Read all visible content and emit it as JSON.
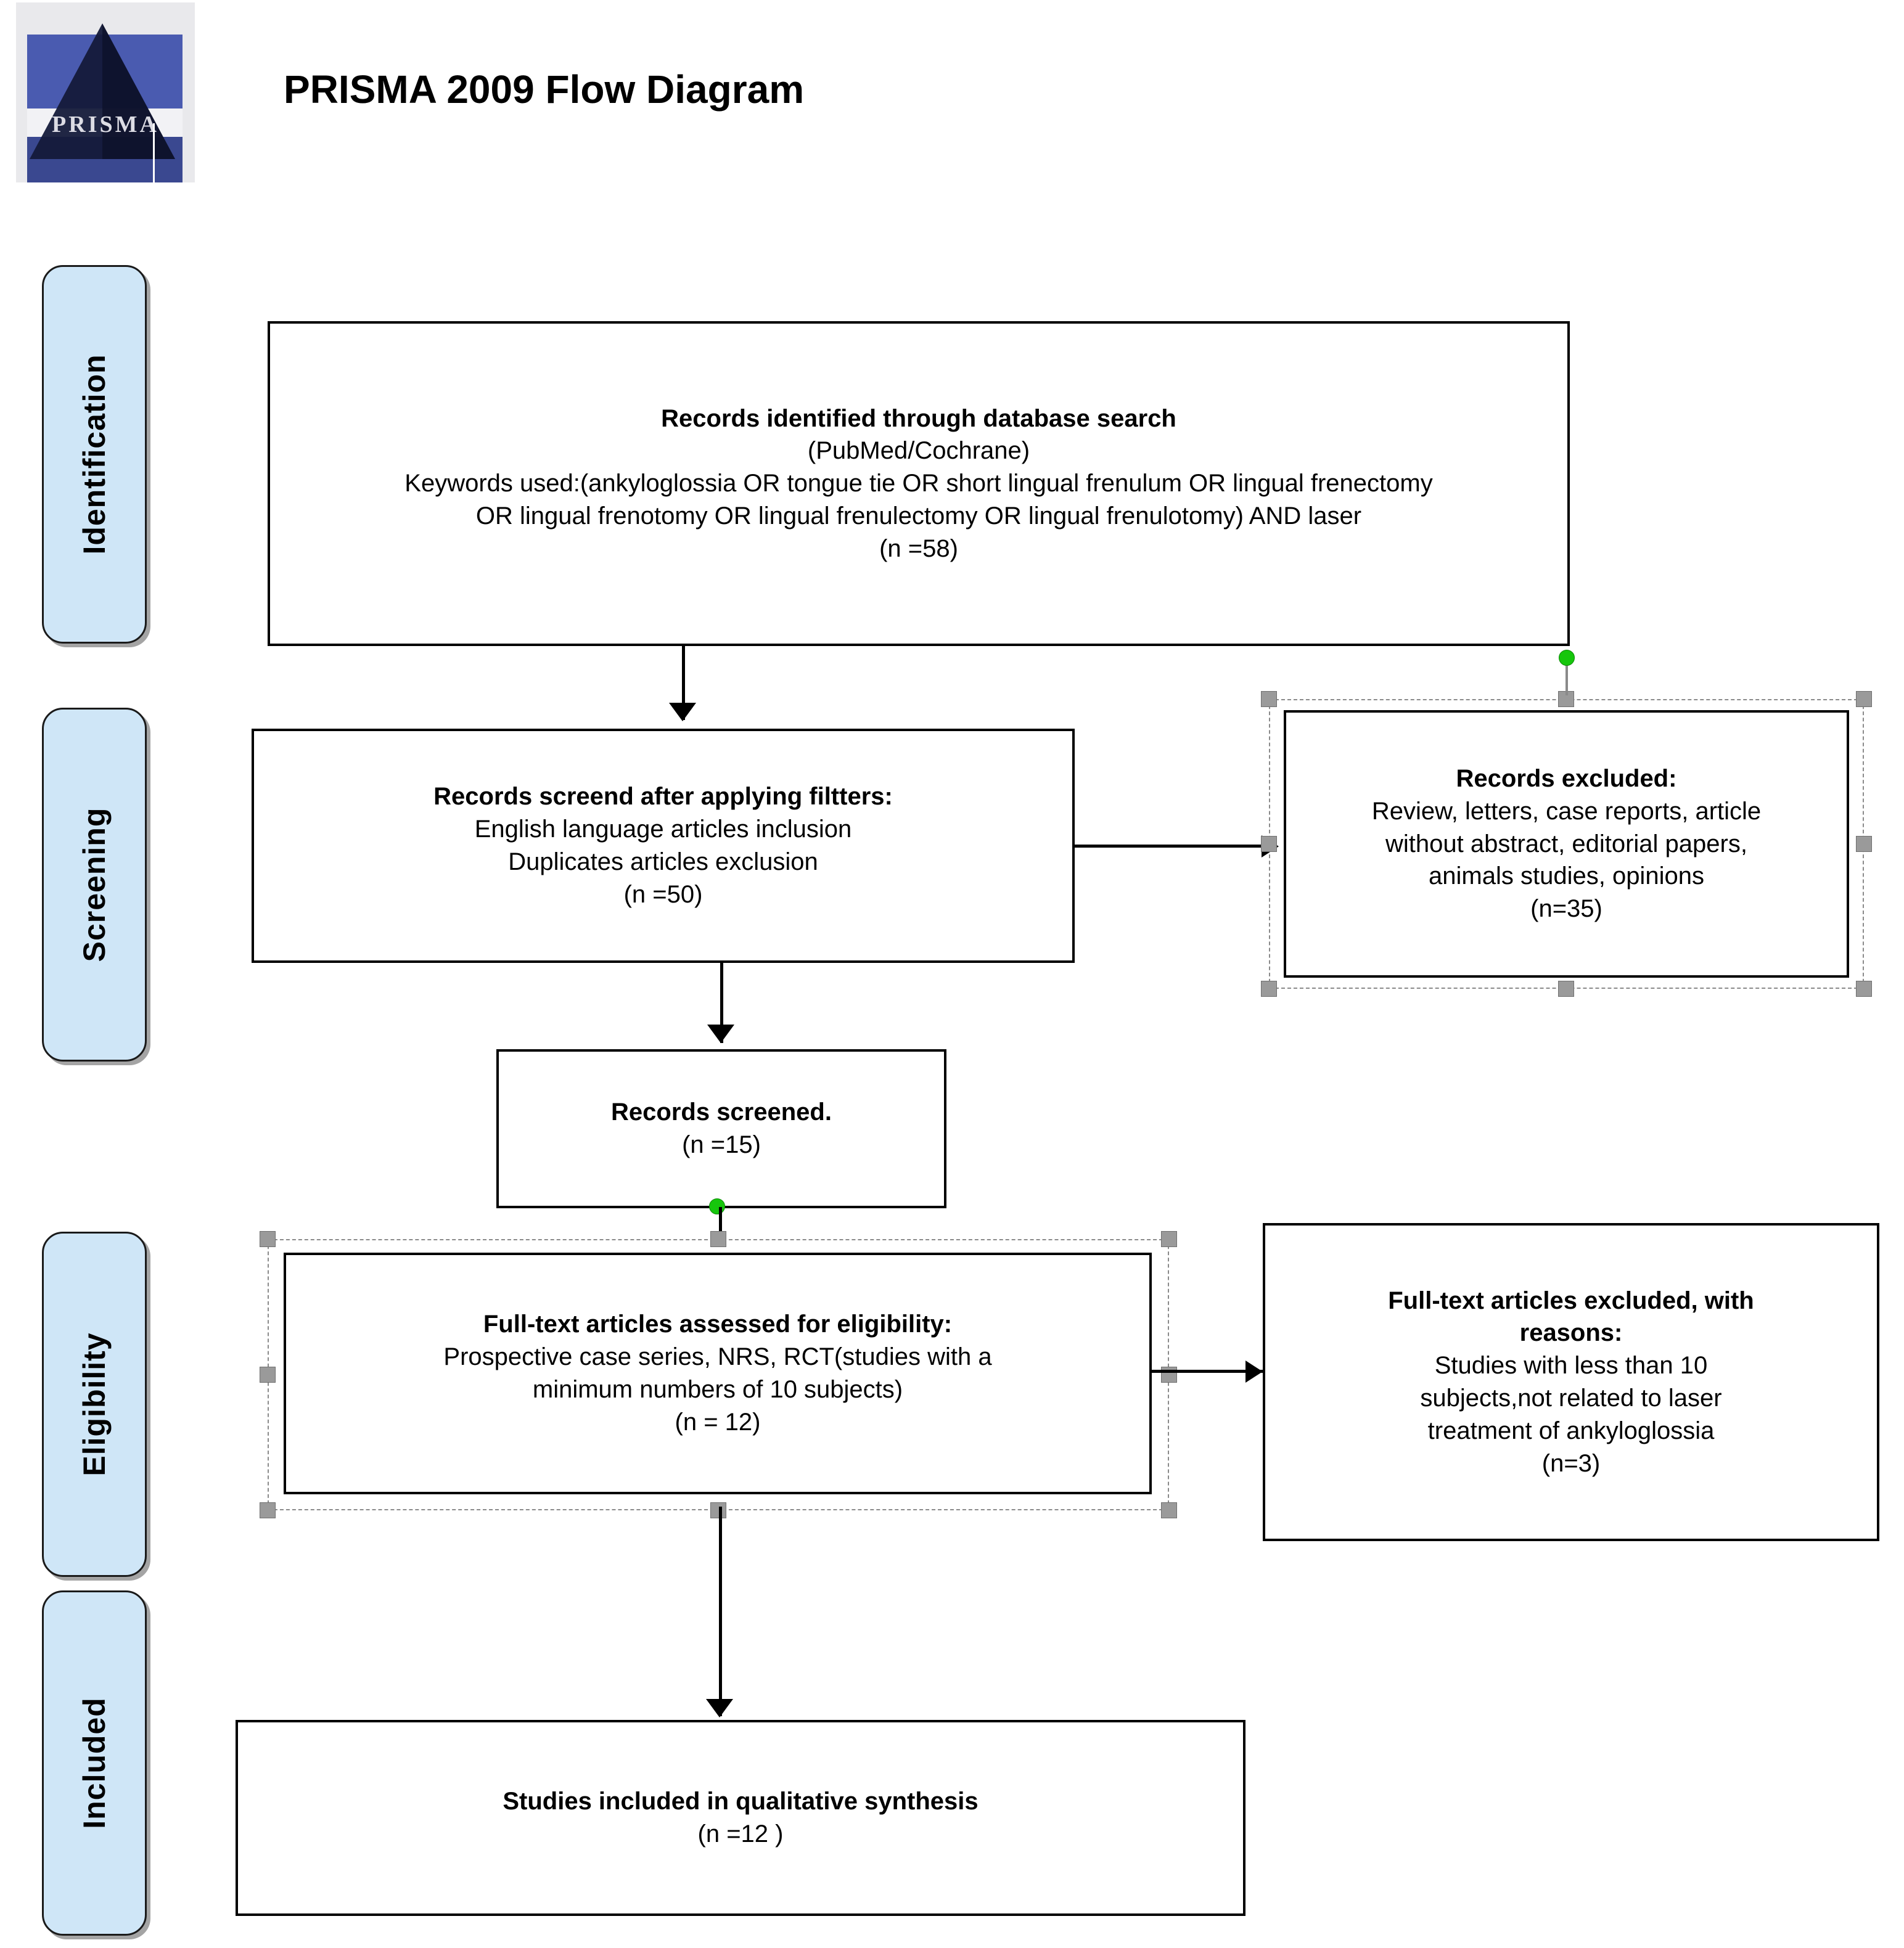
{
  "header": {
    "title": "PRISMA 2009 Flow Diagram",
    "logo_word": "PRISMA"
  },
  "phases": [
    {
      "label": "Identification"
    },
    {
      "label": "Screening"
    },
    {
      "label": "Eligibility"
    },
    {
      "label": "Included"
    }
  ],
  "boxes": {
    "identified": {
      "lines": [
        "Records identified through database search",
        "(PubMed/Cochrane)",
        "Keywords used:(ankyloglossia OR tongue tie OR short lingual frenulum OR lingual frenectomy",
        "OR lingual frenotomy OR lingual frenulectomy OR lingual frenulotomy) AND laser",
        "(n =58)"
      ],
      "n": "58"
    },
    "screened_filters": {
      "lines": [
        "Records screend after applying filtters:",
        "English language articles inclusion",
        "Duplicates articles exclusion",
        "(n =50)"
      ],
      "n": "50"
    },
    "records_excluded": {
      "lines": [
        "Records excluded:",
        "Review, letters, case reports, article",
        "without abstract, editorial papers,",
        "animals studies, opinions",
        "(n=35)"
      ],
      "n": "35"
    },
    "records_screened": {
      "lines": [
        "Records screened.",
        "(n =15)"
      ],
      "n": "15"
    },
    "fulltext_assessed": {
      "lines": [
        "Full-text articles assessed for eligibility:",
        "Prospective case series, NRS, RCT(studies with a",
        "minimum numbers of 10 subjects)",
        "(n = 12)"
      ],
      "n": "12"
    },
    "fulltext_excluded": {
      "lines": [
        "Full-text articles excluded, with",
        "reasons:",
        "Studies with less than 10",
        "subjects,not related to laser",
        "treatment of ankyloglossia",
        "(n=3)"
      ],
      "n": "3"
    },
    "included_qualitative": {
      "lines": [
        "Studies included in qualitative synthesis",
        "(n =12   )"
      ],
      "n": "12"
    }
  },
  "colors": {
    "phase_fill": "#cfe6f7",
    "box_border": "#000000",
    "selection_handle": "#9a9a9a",
    "rotation_handle": "#16c60c"
  }
}
